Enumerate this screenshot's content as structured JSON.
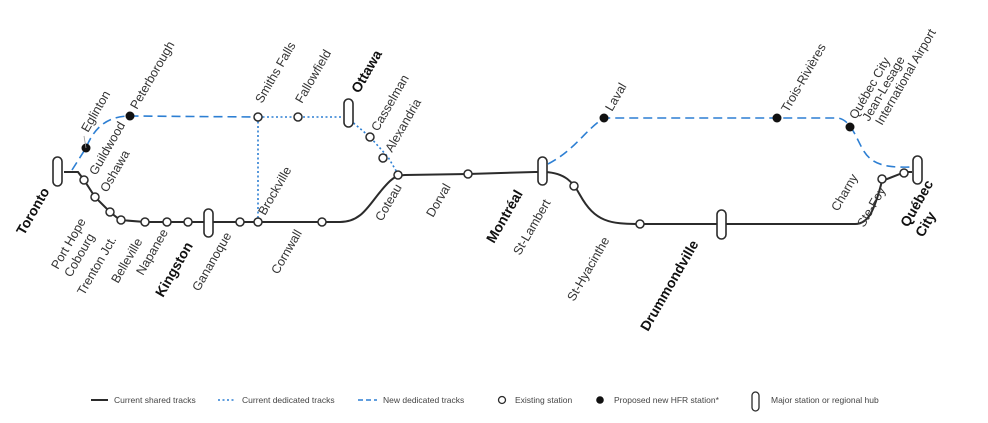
{
  "colors": {
    "shared": "#2b2b2b",
    "dedicated": "#2d7fd3",
    "existing_fill": "#ffffff",
    "proposed_fill": "#111111"
  },
  "stations": {
    "toronto": "Toronto",
    "eglinton": "Eglinton",
    "peterborough": "Peterborough",
    "guildwood": "Guildwood",
    "oshawa": "Oshawa",
    "port_hope": "Port Hope",
    "cobourg": "Cobourg",
    "trenton": "Trenton Jct.",
    "belleville": "Belleville",
    "napanee": "Napanee",
    "kingston": "Kingston",
    "gananoque": "Gananoque",
    "brockville": "Brockville",
    "smiths_falls": "Smiths Falls",
    "fallowfield": "Fallowfield",
    "ottawa": "Ottawa",
    "casselman": "Casselman",
    "alexandria": "Alexandria",
    "cornwall": "Cornwall",
    "coteau": "Coteau",
    "dorval": "Dorval",
    "montreal": "Montréal",
    "st_lambert": "St-Lambert",
    "laval": "Laval",
    "st_hyacinthe": "St-Hyacinthe",
    "drummondville": "Drummondville",
    "trois_rivieres": "Trois-Rivières",
    "quebec_airport_1": "Québec City",
    "quebec_airport_2": "Jean-Lesage",
    "quebec_airport_3": "International Airport",
    "charny": "Charny",
    "ste_foy": "Ste-Foy",
    "quebec_city_1": "Québec",
    "quebec_city_2": "City"
  },
  "legend": {
    "shared": "Current shared tracks",
    "current_dedicated": "Current dedicated tracks",
    "new_dedicated": "New dedicated tracks",
    "existing": "Existing station",
    "proposed": "Proposed new HFR station*",
    "major": "Major station or regional hub"
  }
}
